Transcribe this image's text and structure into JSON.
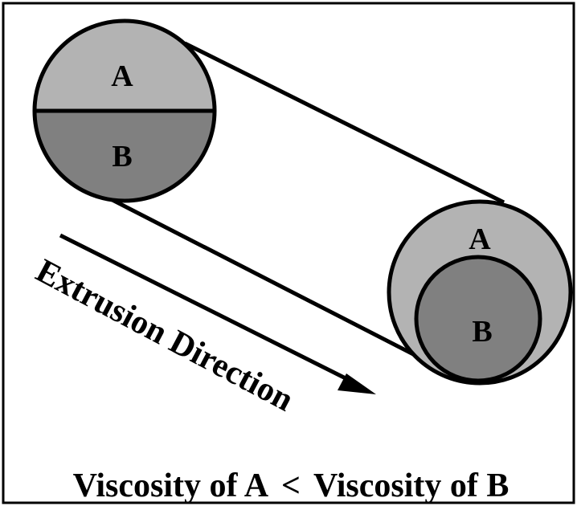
{
  "colors": {
    "background": "#ffffff",
    "border": "#000000",
    "phase_a": "#b3b3b3",
    "phase_b": "#808080",
    "stroke": "#000000"
  },
  "left_cross_section": {
    "top_label": "A",
    "bottom_label": "B"
  },
  "right_cross_section": {
    "outer_label": "A",
    "inner_label": "B"
  },
  "arrow": {
    "label": "Extrusion Direction"
  },
  "caption": {
    "left_term": "Viscosity of A",
    "operator": "<",
    "right_term": "Viscosity of B"
  }
}
